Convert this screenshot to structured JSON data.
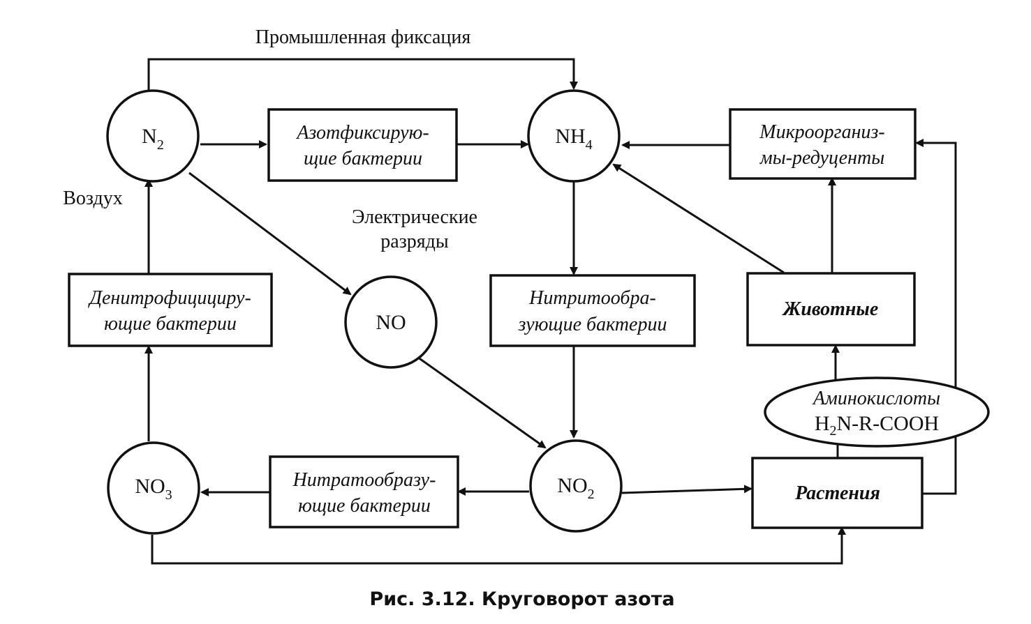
{
  "labels": {
    "industrial_fixation": "Промышленная фиксация",
    "air": "Воздух",
    "electric_discharges_1": "Электрические",
    "electric_discharges_2": "разряды"
  },
  "nodes": {
    "n2": "N",
    "n2_sub": "2",
    "nh4": "NH",
    "nh4_sub": "4",
    "no": "NO",
    "no2": "NO",
    "no2_sub": "2",
    "no3": "NO",
    "no3_sub": "3"
  },
  "boxes": {
    "nitrogen_fixing_1": "Азотфиксирую-",
    "nitrogen_fixing_2": "щие бактерии",
    "reducers_1": "Микроорганиз-",
    "reducers_2": "мы-редуценты",
    "denitrifying_1": "Денитрофицициру-",
    "denitrifying_2": "ющие бактерии",
    "nitrite_forming_1": "Нитритообра-",
    "nitrite_forming_2": "зующие бактерии",
    "animals": "Животные",
    "nitrate_forming_1": "Нитратообразу-",
    "nitrate_forming_2": "ющие бактерии",
    "plants": "Растения"
  },
  "amino_acids": {
    "title": "Аминокислоты",
    "formula_h": "H",
    "formula_sub": "2",
    "formula_rest": "N-R-COOH"
  },
  "caption": "Рис. 3.12. Круговорот азота"
}
